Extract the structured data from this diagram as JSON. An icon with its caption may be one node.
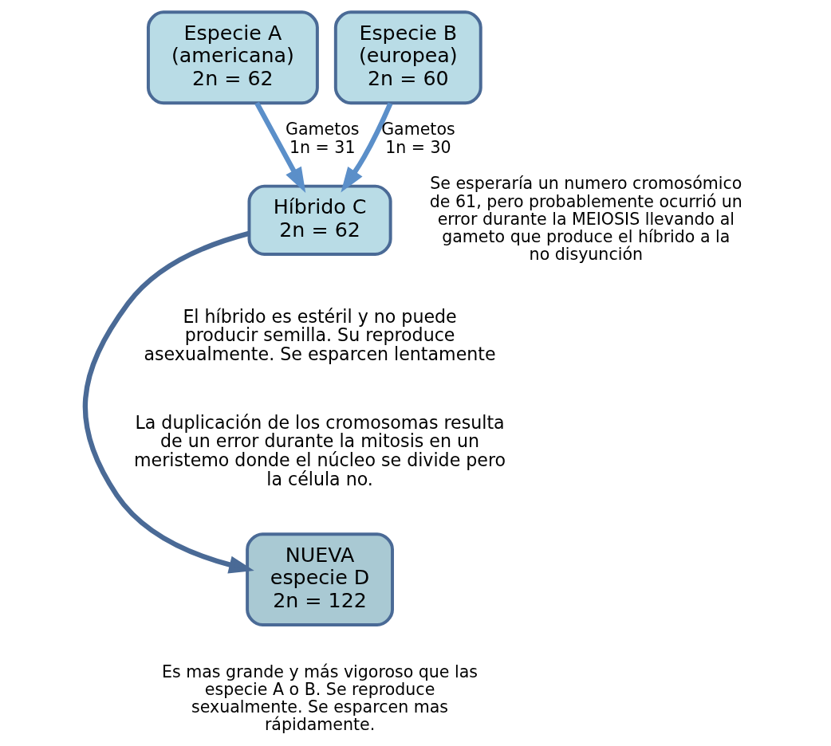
{
  "diagram": {
    "nodes": [
      {
        "text": [
          "Especie A (americana) 2n = 62"
        ]
      },
      {
        "text": [
          "Especie B (europea) 2n = 60"
        ]
      },
      {
        "text": [
          "Híbrido C 2n = 62"
        ],
        "beside": [
          "Se esperaría un numero cromosómico de 61, pero probablemente ocurrió un error durante la MEIOSIS llevando al gameto que produce el híbrido a la no disyunción"
        ]
      },
      {
        "text": [
          "NUEVA especie D 2n = 122"
        ],
        "beside": [
          "Es mas grande y más vigoroso que las especie A o B. Se reproduce sexualmente. Se esparcen mas rápidamente."
        ]
      }
    ],
    "edges": [
      {
        "from": 0,
        "to": 2,
        "arrow": "to",
        "label": "Gametos 1n = 31"
      },
      {
        "from": 1,
        "to": 2,
        "arrow": "to",
        "label": "Gametos 1n = 30"
      },
      {
        "from": 2,
        "to": 3,
        "arrow": "to",
        "color": "#4a6a96"
      }
    ],
    "labels": [
      "El híbrido es estéril y no puede producir semilla. Su reproduce asexualmente. Se esparcen lentamente",
      "La duplicación de los cromosomas resulta de un error durante la mitosis en un meristemo donde el núcleo se divide pero la célula no."
    ]
  }
}
